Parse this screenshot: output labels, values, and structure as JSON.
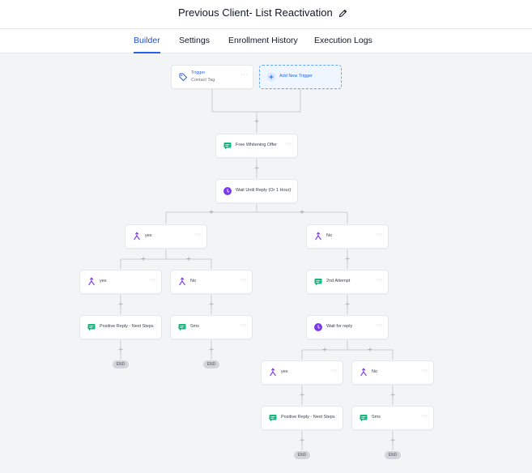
{
  "header": {
    "title": "Previous Client- List Reactivation"
  },
  "tabs": [
    {
      "label": "Builder"
    },
    {
      "label": "Settings"
    },
    {
      "label": "Enrollment History"
    },
    {
      "label": "Execution Logs"
    }
  ],
  "colors": {
    "accent": "#2563eb",
    "message": "#10b981",
    "wait": "#7c3aed",
    "branch": "#7c3aed"
  },
  "nodes": {
    "trigger": {
      "title": "Trigger",
      "subtitle": "Contact Tag",
      "icon": "tag-icon"
    },
    "add_trigger": {
      "label": "Add New Trigger",
      "icon": "plus-icon"
    },
    "n1": {
      "label": "Free Whitening Offer",
      "icon": "message-icon"
    },
    "n2": {
      "label": "Wait Until Reply (Or 1 Hour)",
      "icon": "clock-icon"
    },
    "b_yes": {
      "label": "yes",
      "icon": "branch-icon"
    },
    "b_no": {
      "label": "No",
      "icon": "branch-icon"
    },
    "b_yes_yes": {
      "label": "yes",
      "icon": "branch-icon"
    },
    "b_yes_no": {
      "label": "No",
      "icon": "branch-icon"
    },
    "pos_reply_1": {
      "label": "Positive Reply - Next Steps",
      "icon": "message-icon"
    },
    "sms_1": {
      "label": "Sms",
      "icon": "message-icon"
    },
    "second_attempt": {
      "label": "2nd Attempt",
      "icon": "message-icon"
    },
    "wait_reply": {
      "label": "Wait for reply",
      "icon": "clock-icon"
    },
    "b2_yes": {
      "label": "yes",
      "icon": "branch-icon"
    },
    "b2_no": {
      "label": "No",
      "icon": "branch-icon"
    },
    "pos_reply_2": {
      "label": "Positive Reply - Next Steps",
      "icon": "message-icon"
    },
    "sms_2": {
      "label": "Sms",
      "icon": "message-icon"
    }
  },
  "menu_glyph": "···",
  "end_label": "END"
}
